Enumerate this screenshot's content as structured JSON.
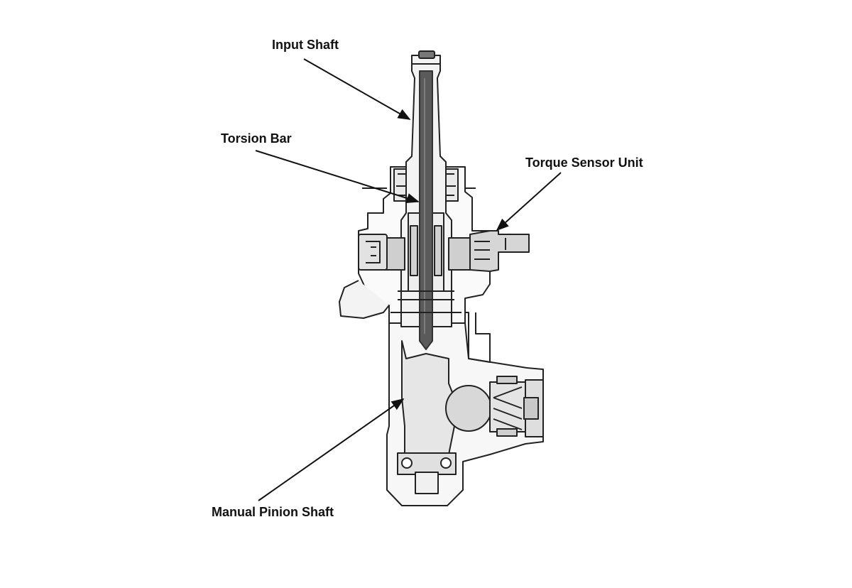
{
  "labels": {
    "input_shaft": "Input Shaft",
    "torsion_bar": "Torsion Bar",
    "torque_sensor_unit": "Torque Sensor Unit",
    "manual_pinion_shaft": "Manual Pinion Shaft"
  },
  "colors": {
    "line": "#222222",
    "bar_fill": "#5a5a5a",
    "part_fill": "#d4d4d4",
    "light_fill": "#ececec",
    "background": "#ffffff"
  }
}
